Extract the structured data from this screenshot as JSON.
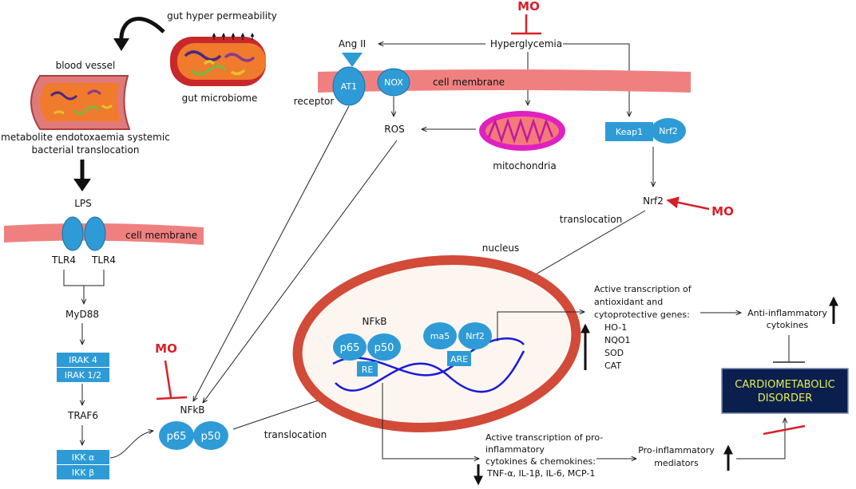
{
  "gut": {
    "permeability": "gut hyper permeability",
    "microbiome": "gut microbiome",
    "blood_vessel": "blood vessel",
    "metabolite_line1": "metabolite endotoxaemia systemic",
    "metabolite_line2": "bacterial translocation",
    "lps": "LPS",
    "cell_membrane": "cell membrane",
    "tlr4_left": "TLR4",
    "tlr4_right": "TLR4",
    "myd88": "MyD88",
    "irak4": "IRAK 4",
    "irak12": "IRAK 1/2",
    "traf6": "TRAF6",
    "ikka": "IKK α",
    "ikkb": "IKK β"
  },
  "top": {
    "mo_top": "MO",
    "hyperglycemia": "Hyperglycemia",
    "ang2": "Ang II",
    "at1": "AT1",
    "nox": "NOX",
    "cell_membrane": "cell membrane",
    "receptor": "receptor",
    "ros": "ROS",
    "mitochondria": "mitochondria",
    "keap1": "Keap1",
    "nrf2_complex": "Nrf2",
    "nrf2": "Nrf2",
    "mo_nrf2": "MO",
    "translocation_top": "translocation"
  },
  "nfkb_cyto": {
    "mo": "MO",
    "label": "NFkB",
    "p65": "p65",
    "p50": "p50",
    "translocation": "translocation"
  },
  "nucleus": {
    "label": "nucleus",
    "nfkb": "NFkB",
    "p65": "p65",
    "p50": "p50",
    "re": "RE",
    "maf": "ma5",
    "nrf2": "Nrf2",
    "are": "ARE"
  },
  "right": {
    "active_anti": [
      "Active transcription of",
      "antioxidant and",
      "cytoprotective genes:"
    ],
    "genes": [
      "HO-1",
      "NQO1",
      "SOD",
      "CAT"
    ],
    "anti_inflam": [
      "Anti-inflammatory",
      "cytokines"
    ],
    "cardio": [
      "CARDIOMETABOLIC",
      "DISORDER"
    ],
    "active_pro": [
      "Active transcription of pro-",
      "inflammatory",
      "cytokines & chemokines:",
      "TNF-α, IL-1β, IL-6, MCP-1"
    ],
    "pro_mediators": [
      "Pro-inflammatory",
      "mediators"
    ]
  },
  "colors": {
    "blue": "#2e9bd6",
    "membrane": "#f08080",
    "red": "#d9202a",
    "cardio_bg": "#0b1f4f",
    "cardio_text": "#e6ee4a"
  }
}
